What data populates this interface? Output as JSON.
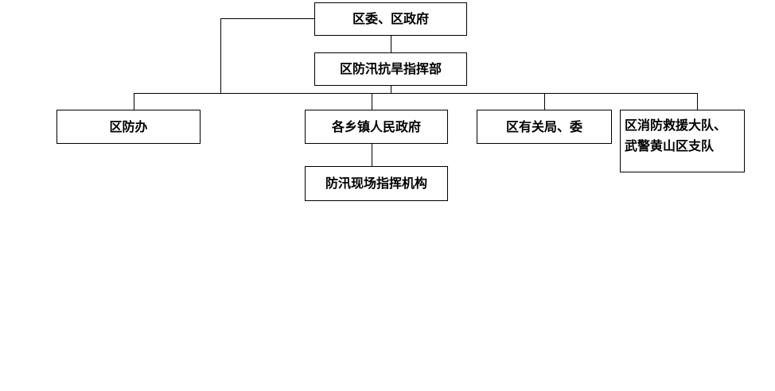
{
  "diagram": {
    "nodes": {
      "gov": "区委、区政府",
      "hq": "区防汛抗旱指挥部",
      "office": "区防办",
      "towns": "各乡镇人民政府",
      "depts": "区有关局、委",
      "rescue_line1": "区消防救援大队、",
      "rescue_line2": "武警黄山区支队",
      "field": "防汛现场指挥机构"
    }
  }
}
